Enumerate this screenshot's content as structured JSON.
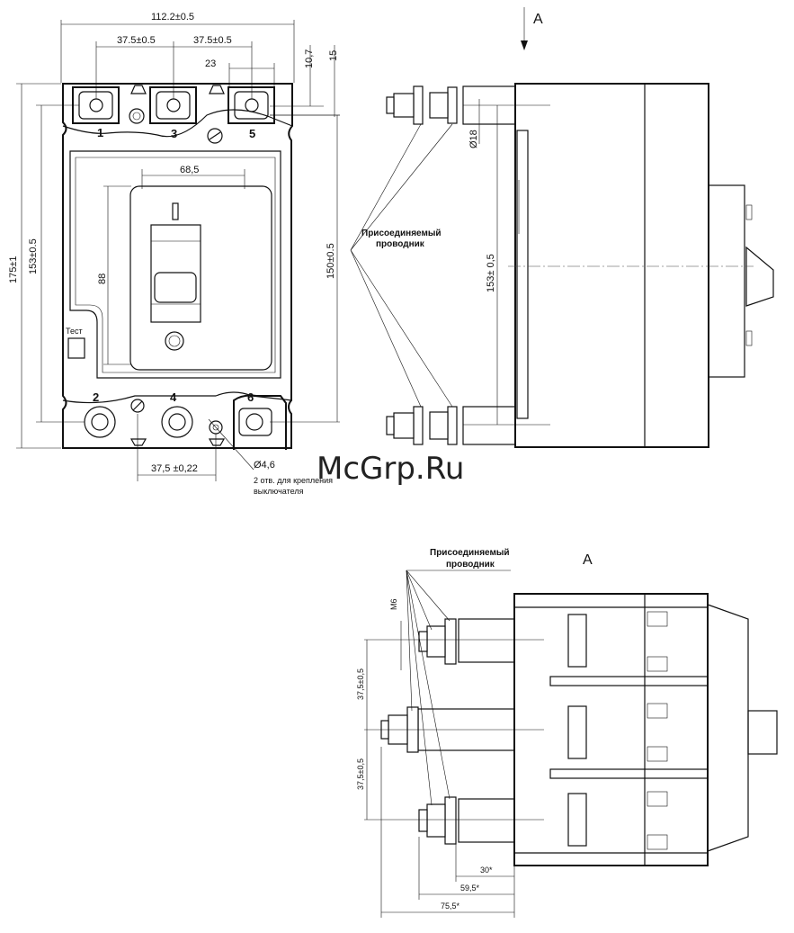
{
  "front_view": {
    "dims": {
      "total_width": "112.2±0.5",
      "pole_pitch_1": "37.5±0.5",
      "pole_pitch_2": "37.5±0.5",
      "d23": "23",
      "d10_7": "10,7",
      "d15": "15",
      "window_width": "68,5",
      "window_height": "88",
      "total_height": "175±1",
      "h153": "153±0.5",
      "h150": "150±0.5",
      "mount_pitch": "37,5 ±0,22",
      "hole_diam": "Ø4,6"
    },
    "terminals": [
      "1",
      "3",
      "5",
      "2",
      "4",
      "6"
    ],
    "test_label": "Тест",
    "hole_note_1": "2 отв. для крепления",
    "hole_note_2": "выключателя"
  },
  "side_view": {
    "view_label": "A",
    "conductor_label_1": "Присоединяемый",
    "conductor_label_2": "проводник",
    "dims": {
      "d18": "Ø18",
      "h153": "153± 0,5"
    }
  },
  "top_view": {
    "view_label": "A",
    "conductor_label_1": "Присоединяемый",
    "conductor_label_2": "проводник",
    "dims": {
      "m6": "М6",
      "pitch_1": "37,5±0,5",
      "pitch_2": "37,5±0,5",
      "d30": "30*",
      "d59_5": "59,5*",
      "d75_5": "75,5*"
    }
  },
  "watermark": "McGrp.Ru"
}
